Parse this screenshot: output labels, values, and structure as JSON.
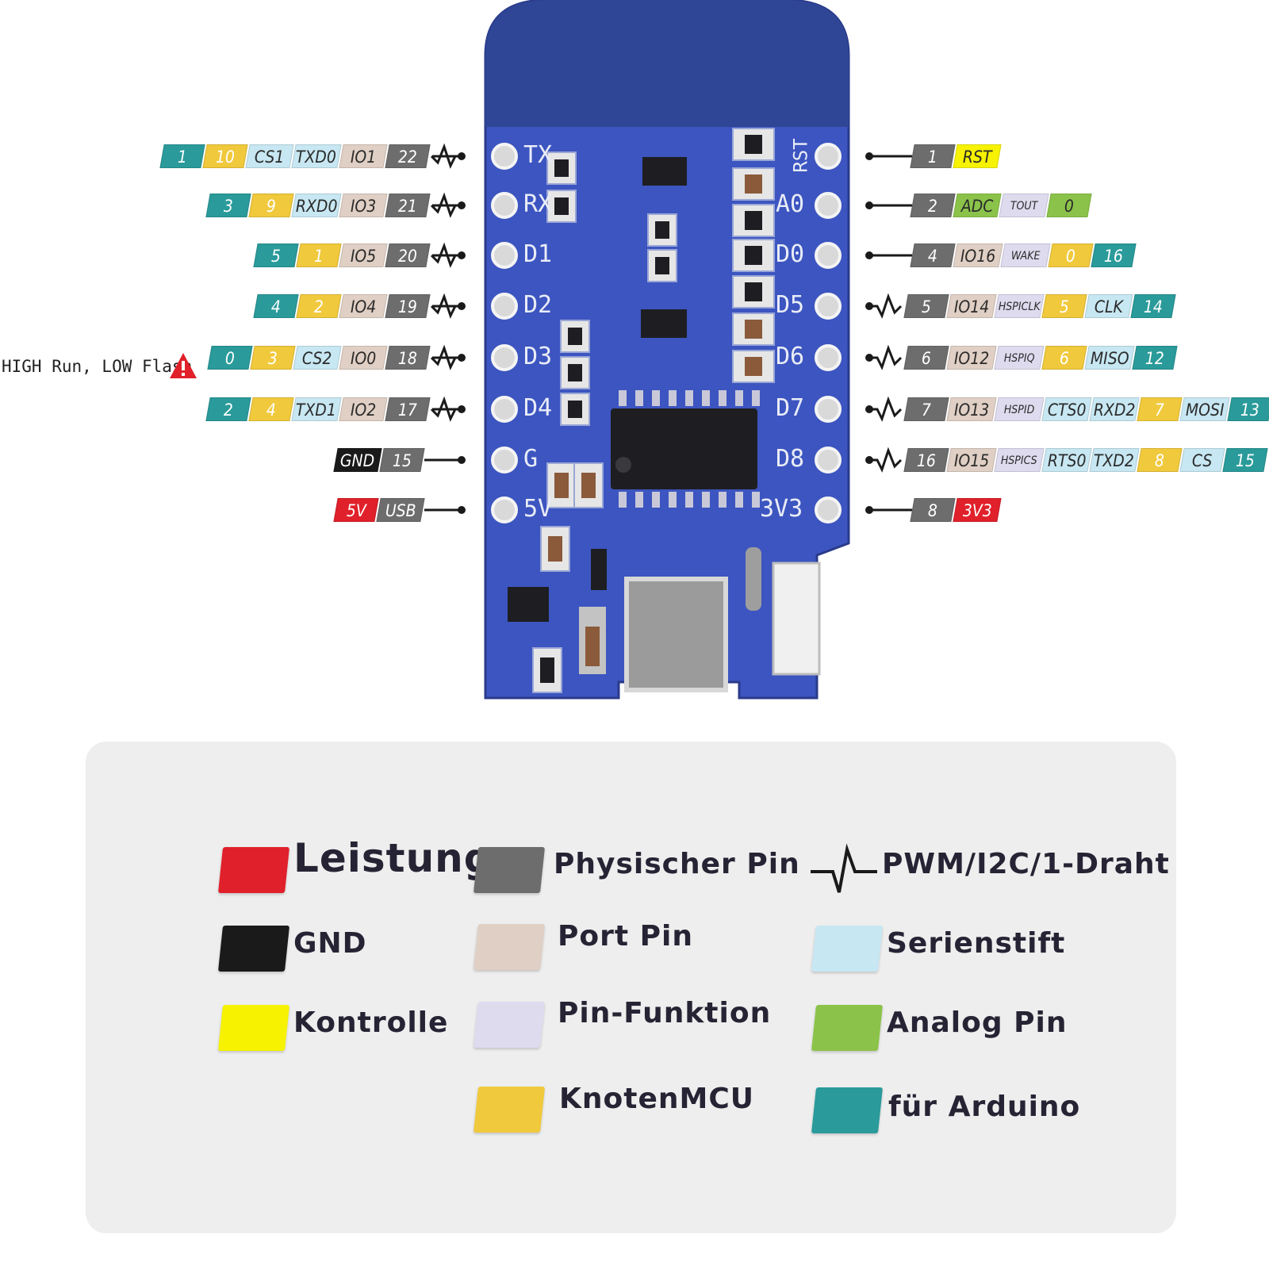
{
  "board": {
    "left_header_labels": [
      "TX",
      "RX",
      "D1",
      "D2",
      "D3",
      "D4",
      "G",
      "5V"
    ],
    "right_header_labels": [
      "RST",
      "A0",
      "D0",
      "D5",
      "D6",
      "D7",
      "D8",
      "3V3"
    ]
  },
  "warning_note": "HIGH Run, LOW Flash",
  "left_rows": [
    {
      "tags": [
        {
          "t": "1",
          "k": "arduino"
        },
        {
          "t": "10",
          "k": "mcu"
        },
        {
          "t": "CS1",
          "k": "serial"
        },
        {
          "t": "TXD0",
          "k": "serial"
        },
        {
          "t": "IO1",
          "k": "port"
        },
        {
          "t": "22",
          "k": "phys"
        }
      ],
      "pwm": true
    },
    {
      "tags": [
        {
          "t": "3",
          "k": "arduino"
        },
        {
          "t": "9",
          "k": "mcu"
        },
        {
          "t": "RXD0",
          "k": "serial"
        },
        {
          "t": "IO3",
          "k": "port"
        },
        {
          "t": "21",
          "k": "phys"
        }
      ],
      "pwm": true
    },
    {
      "tags": [
        {
          "t": "5",
          "k": "arduino"
        },
        {
          "t": "1",
          "k": "mcu"
        },
        {
          "t": "IO5",
          "k": "port"
        },
        {
          "t": "20",
          "k": "phys"
        }
      ],
      "pwm": true
    },
    {
      "tags": [
        {
          "t": "4",
          "k": "arduino"
        },
        {
          "t": "2",
          "k": "mcu"
        },
        {
          "t": "IO4",
          "k": "port"
        },
        {
          "t": "19",
          "k": "phys"
        }
      ],
      "pwm": true
    },
    {
      "tags": [
        {
          "t": "0",
          "k": "arduino"
        },
        {
          "t": "3",
          "k": "mcu"
        },
        {
          "t": "CS2",
          "k": "serial"
        },
        {
          "t": "IO0",
          "k": "port"
        },
        {
          "t": "18",
          "k": "phys"
        }
      ],
      "pwm": true
    },
    {
      "tags": [
        {
          "t": "2",
          "k": "arduino"
        },
        {
          "t": "4",
          "k": "mcu"
        },
        {
          "t": "TXD1",
          "k": "serial"
        },
        {
          "t": "IO2",
          "k": "port"
        },
        {
          "t": "17",
          "k": "phys"
        }
      ],
      "pwm": true
    },
    {
      "tags": [
        {
          "t": "GND",
          "k": "gnd"
        },
        {
          "t": "15",
          "k": "phys"
        }
      ],
      "pwm": false
    },
    {
      "tags": [
        {
          "t": "5V",
          "k": "power"
        },
        {
          "t": "USB",
          "k": "phys"
        }
      ],
      "pwm": false
    }
  ],
  "right_rows": [
    {
      "tags": [
        {
          "t": "1",
          "k": "phys"
        },
        {
          "t": "RST",
          "k": "ctrl"
        }
      ],
      "pwm": false
    },
    {
      "tags": [
        {
          "t": "2",
          "k": "phys"
        },
        {
          "t": "ADC",
          "k": "analog"
        },
        {
          "t": "TOUT",
          "k": "func"
        },
        {
          "t": "0",
          "k": "analog"
        }
      ],
      "pwm": false
    },
    {
      "tags": [
        {
          "t": "4",
          "k": "phys"
        },
        {
          "t": "IO16",
          "k": "port"
        },
        {
          "t": "WAKE",
          "k": "func"
        },
        {
          "t": "0",
          "k": "mcu"
        },
        {
          "t": "16",
          "k": "arduino"
        }
      ],
      "pwm": false
    },
    {
      "tags": [
        {
          "t": "5",
          "k": "phys"
        },
        {
          "t": "IO14",
          "k": "port"
        },
        {
          "t": "HSPICLK",
          "k": "func"
        },
        {
          "t": "5",
          "k": "mcu"
        },
        {
          "t": "CLK",
          "k": "serial"
        },
        {
          "t": "14",
          "k": "arduino"
        }
      ],
      "pwm": true
    },
    {
      "tags": [
        {
          "t": "6",
          "k": "phys"
        },
        {
          "t": "IO12",
          "k": "port"
        },
        {
          "t": "HSPIQ",
          "k": "func"
        },
        {
          "t": "6",
          "k": "mcu"
        },
        {
          "t": "MISO",
          "k": "serial"
        },
        {
          "t": "12",
          "k": "arduino"
        }
      ],
      "pwm": true
    },
    {
      "tags": [
        {
          "t": "7",
          "k": "phys"
        },
        {
          "t": "IO13",
          "k": "port"
        },
        {
          "t": "HSPID",
          "k": "func"
        },
        {
          "t": "CTS0",
          "k": "serial"
        },
        {
          "t": "RXD2",
          "k": "serial"
        },
        {
          "t": "7",
          "k": "mcu"
        },
        {
          "t": "MOSI",
          "k": "serial"
        },
        {
          "t": "13",
          "k": "arduino"
        }
      ],
      "pwm": true
    },
    {
      "tags": [
        {
          "t": "16",
          "k": "phys"
        },
        {
          "t": "IO15",
          "k": "port"
        },
        {
          "t": "HSPICS",
          "k": "func"
        },
        {
          "t": "RTS0",
          "k": "serial"
        },
        {
          "t": "TXD2",
          "k": "serial"
        },
        {
          "t": "8",
          "k": "mcu"
        },
        {
          "t": "CS",
          "k": "serial"
        },
        {
          "t": "15",
          "k": "arduino"
        }
      ],
      "pwm": true
    },
    {
      "tags": [
        {
          "t": "8",
          "k": "phys"
        },
        {
          "t": "3V3",
          "k": "power"
        }
      ],
      "pwm": false
    }
  ],
  "legend": {
    "power": {
      "label": "Leistung",
      "color": "#e0202a"
    },
    "gnd": {
      "label": "GND",
      "color": "#1a1a1a"
    },
    "control": {
      "label": "Kontrolle",
      "color": "#f6f200"
    },
    "physical": {
      "label": "Physischer Pin",
      "color": "#6d6d6d"
    },
    "port": {
      "label": "Port Pin",
      "color": "#e0cfc4"
    },
    "function": {
      "label": "Pin-Funktion",
      "color": "#dedbef"
    },
    "nodemcu": {
      "label": "KnotenMCU",
      "color": "#f0c93c"
    },
    "pwm": {
      "label": "PWM/I2C/1-Draht",
      "icon": "pwm-wave-icon"
    },
    "serial": {
      "label": "Serienstift",
      "color": "#c7e7f2"
    },
    "analog": {
      "label": "Analog Pin",
      "color": "#8bc34a"
    },
    "arduino": {
      "label": "für Arduino",
      "color": "#2a9a9a"
    }
  }
}
